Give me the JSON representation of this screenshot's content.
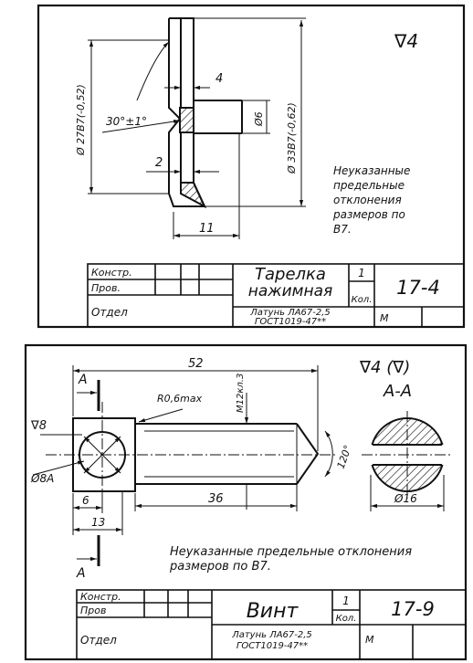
{
  "sheet1": {
    "surface_mark": "∇4",
    "dims": {
      "outer_dia": "Ø 27В7(-0,52)",
      "inner_dia": "Ø 33В7(-0,62)",
      "thickness": "4",
      "hole": "Ø6",
      "chamfer_angle": "30°±1°",
      "flange": "2",
      "length": "11"
    },
    "note": [
      "Неуказанные",
      "предельные",
      "отклонения",
      "размеров по",
      "В7."
    ],
    "title_block": {
      "row1": "Констр.",
      "row2": "Пров.",
      "row3": "Отдел",
      "name_line1": "Тарелка",
      "name_line2": "нажимная",
      "qty": "1",
      "qty_label": "Кол.",
      "code": "17-4",
      "material_line1": "Латунь ЛА67-2,5",
      "material_line2": "ГОСТ1019-47**",
      "scale_label": "М"
    }
  },
  "sheet2": {
    "surface_mark": "∇4 (∇)",
    "section_label": "А-А",
    "section_mark_top": "А",
    "section_mark_bottom": "А",
    "dims": {
      "total_length": "52",
      "radius": "R0,6max",
      "thread": "М12кл.3",
      "angle": "120°",
      "head_rough": "∇8",
      "head_dia": "Ø8А",
      "head_part": "6",
      "head_width": "13",
      "shank": "36",
      "section_dia": "Ø16"
    },
    "note": [
      "Неуказанные предельные отклонения",
      "размеров по В7."
    ],
    "title_block": {
      "row1": "Констр.",
      "row2": "Пров",
      "row3": "Отдел",
      "name": "Винт",
      "qty": "1",
      "qty_label": "Кол.",
      "code": "17-9",
      "material_line1": "Латунь ЛА67-2,5",
      "material_line2": "ГОСТ1019-47**",
      "scale_label": "М"
    }
  }
}
